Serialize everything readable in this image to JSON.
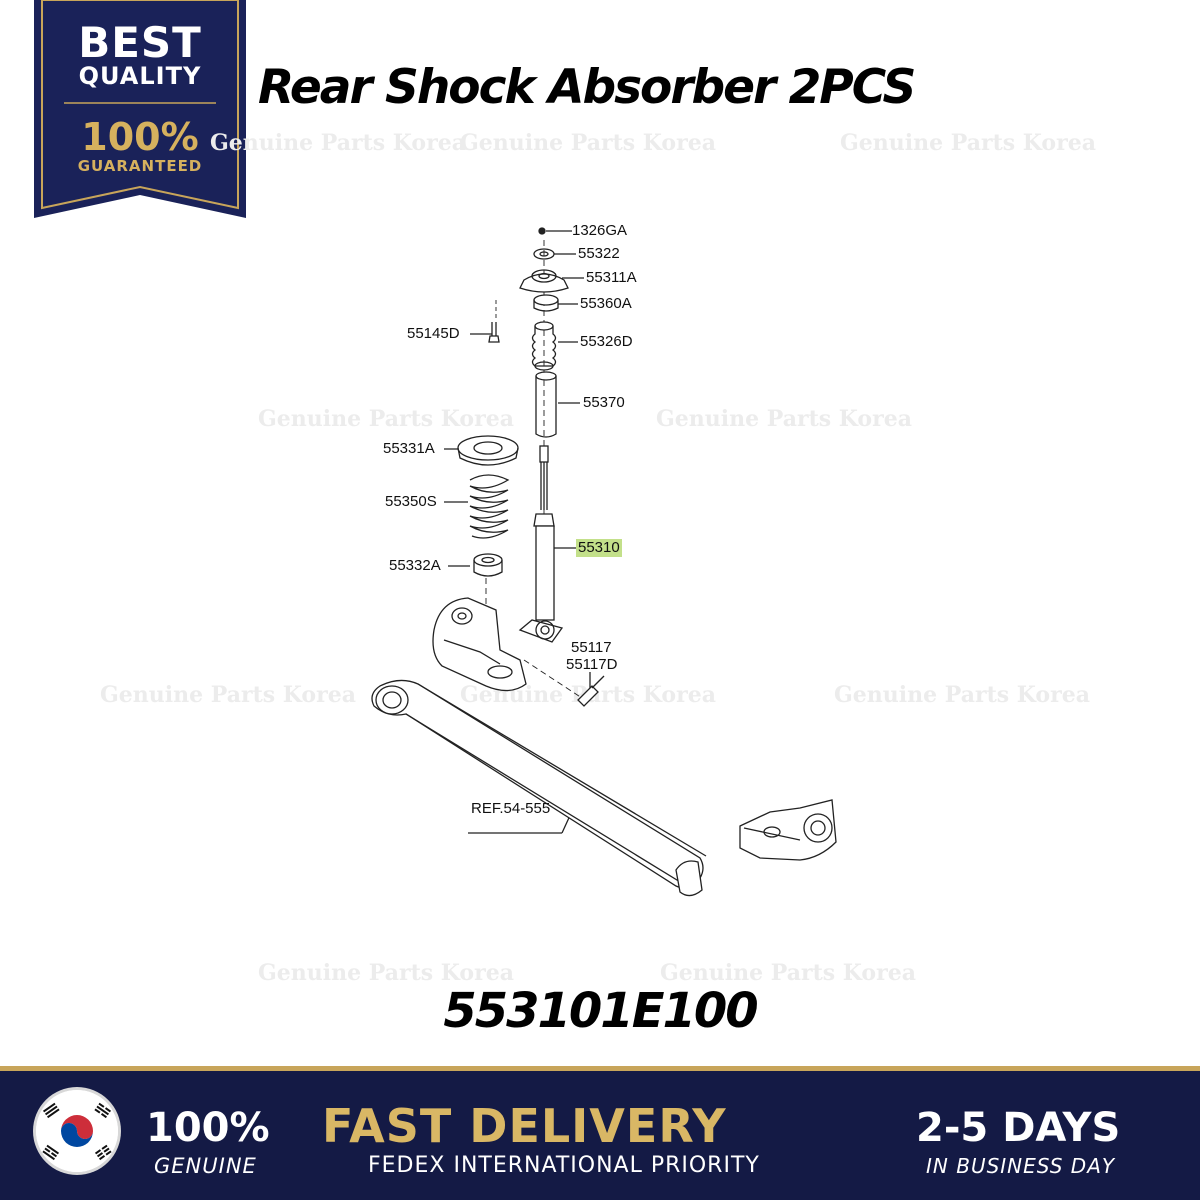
{
  "badge": {
    "line1": "BEST",
    "line2": "QUALITY",
    "line3": "100%",
    "line4": "GUARANTEED"
  },
  "title": "Rear Shock Absorber 2PCS",
  "watermark": "Genuine Parts Korea",
  "diagram": {
    "labels": {
      "p1326GA": "1326GA",
      "p55322": "55322",
      "p55311A": "55311A",
      "p55360A": "55360A",
      "p55145D": "55145D",
      "p55326D": "55326D",
      "p55370": "55370",
      "p55331A": "55331A",
      "p55350S": "55350S",
      "p55310": "55310",
      "p55332A": "55332A",
      "p55117": "55117",
      "p55117D": "55117D",
      "ref": "REF.54-555"
    },
    "highlight_color": "#c3e08a"
  },
  "part_number": "553101E100",
  "footer": {
    "genuine_pct": "100%",
    "genuine_label": "GENUINE",
    "delivery_title": "FAST DELIVERY",
    "delivery_sub": "FEDEX INTERNATIONAL PRIORITY",
    "days": "2-5 DAYS",
    "days_sub": "IN BUSINESS DAY"
  },
  "colors": {
    "navy": "#141a45",
    "gold": "#d9b765"
  }
}
